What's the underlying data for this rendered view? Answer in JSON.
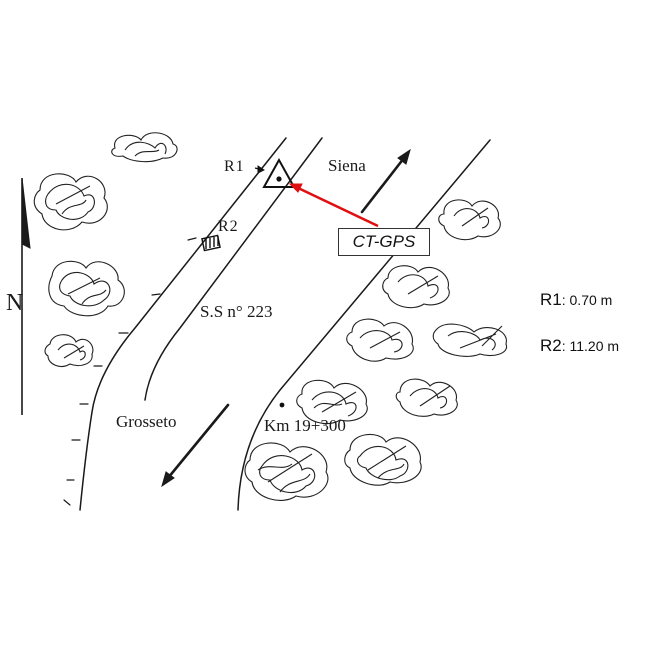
{
  "labels": {
    "siena": "Siena",
    "grosseto": "Grosseto",
    "road": "S.S n° 223",
    "km": "Km 19+300",
    "north": "N",
    "r1_marker": "R1",
    "r2_marker": "R2",
    "ct_gps": "CT-GPS"
  },
  "legend": {
    "r1_key": "R1",
    "r1_value": ":  0.70 m",
    "r2_key": "R2",
    "r2_value": ": 11.20 m"
  },
  "colors": {
    "ink": "#1a1a1a",
    "gps_arrow": "#e01010"
  }
}
